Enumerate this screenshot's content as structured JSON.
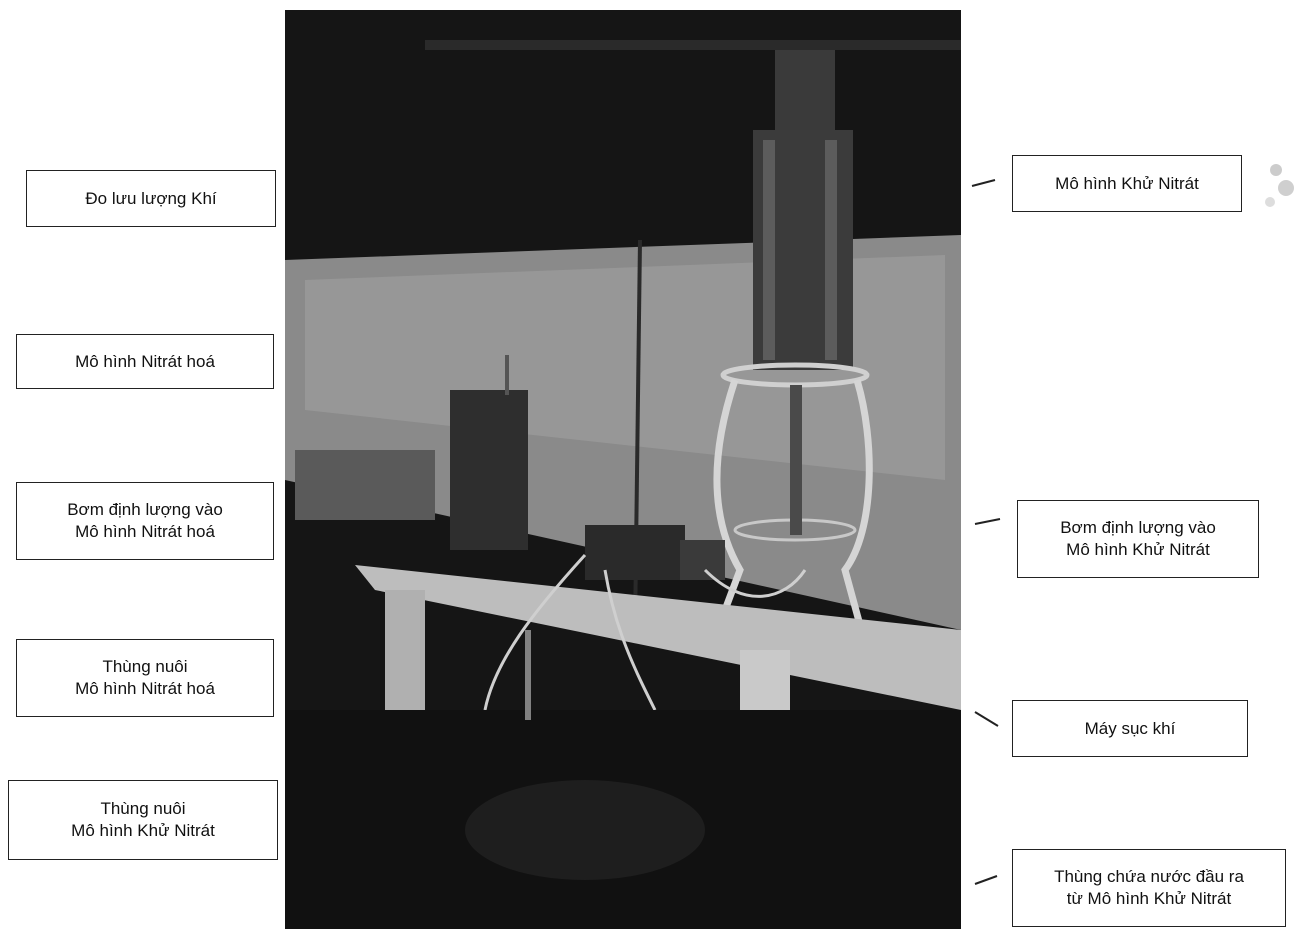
{
  "labels": {
    "left": [
      {
        "id": "do-luu-luong-khi",
        "text": "Đo lưu lượng Khí"
      },
      {
        "id": "mo-hinh-nitrat-hoa",
        "text": "Mô hình Nitrát hoá"
      },
      {
        "id": "bom-dinh-luong-nitrat-hoa",
        "text": "Bơm định lượng vào\nMô hình Nitrát hoá"
      },
      {
        "id": "thung-nuoi-nitrat-hoa",
        "text": "Thùng nuôi\nMô hình Nitrát hoá"
      },
      {
        "id": "thung-nuoi-khu-nitrat",
        "text": "Thùng nuôi\nMô hình Khử Nitrát"
      }
    ],
    "right": [
      {
        "id": "mo-hinh-khu-nitrat",
        "text": "Mô hình Khử Nitrát"
      },
      {
        "id": "bom-dinh-luong-khu-nitrat",
        "text": "Bơm định lượng vào\nMô hình Khử Nitrát"
      },
      {
        "id": "may-suc-khi",
        "text": "Máy sục khí"
      },
      {
        "id": "thung-chua-nuoc-dau-ra",
        "text": "Thùng chứa nước đầu ra\ntừ Mô hình Khử Nitrát"
      }
    ]
  },
  "colors": {
    "photo_dark": "#1a1a1a",
    "photo_wall": "#8c8c8c",
    "photo_table": "#bdbdbd",
    "border": "#222222"
  }
}
